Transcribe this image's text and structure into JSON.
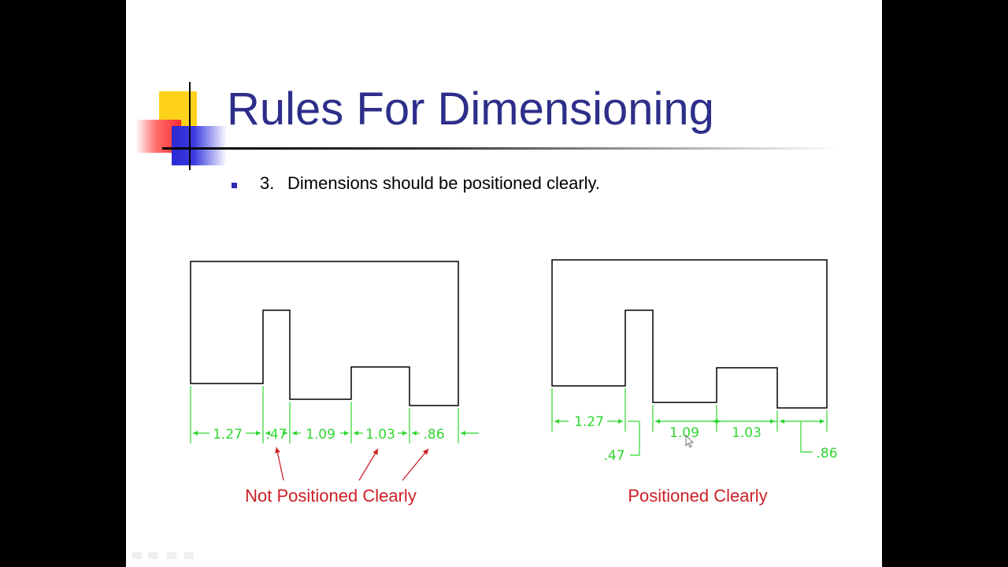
{
  "slide": {
    "title": "Rules For Dimensioning",
    "bullet": {
      "number": "3.",
      "text": "Dimensions should be positioned clearly."
    }
  },
  "diagram_left": {
    "dimensions": [
      "1.27",
      ".47",
      "1.09",
      "1.03",
      ".86"
    ],
    "caption": "Not Positioned Clearly"
  },
  "diagram_right": {
    "dimensions": [
      "1.27",
      ".47",
      "1.09",
      "1.03",
      ".86"
    ],
    "caption": "Positioned Clearly"
  },
  "colors": {
    "title": "#2e2e8a",
    "dimension": "#2fd62f",
    "caption": "#cc1f26",
    "accent_yellow": "#ffd21a",
    "accent_red": "#ff2b2b",
    "accent_blue": "#2a2ad0"
  },
  "icons": [
    "slideshow-nav-icons"
  ]
}
